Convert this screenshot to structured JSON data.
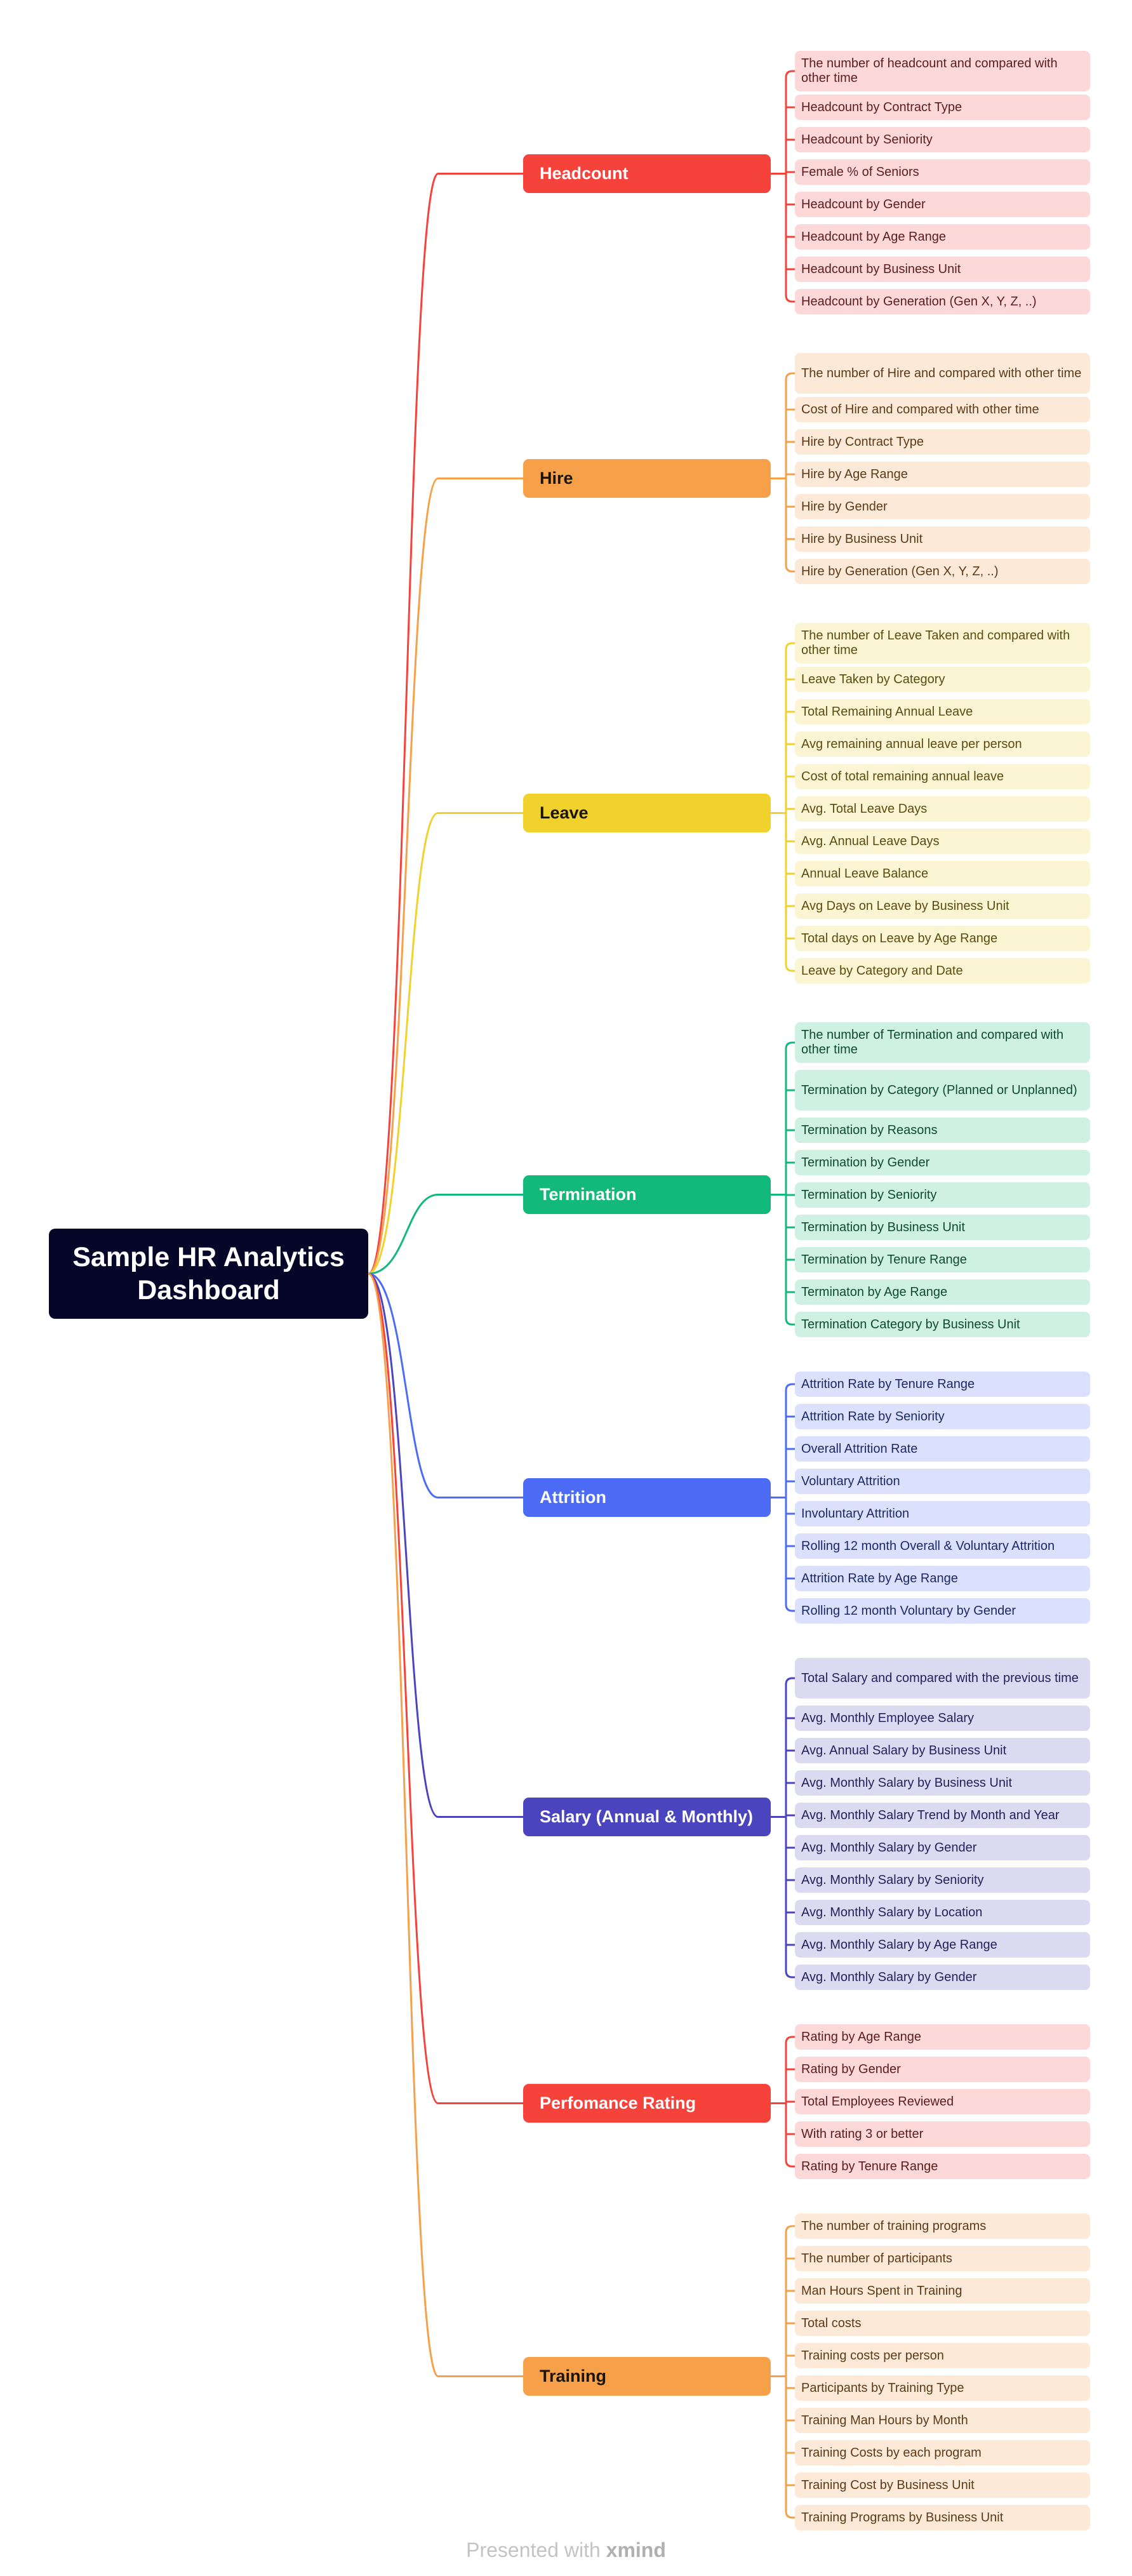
{
  "root": {
    "title": "Sample HR Analytics Dashboard"
  },
  "footer": {
    "prefix": "Presented with ",
    "brand": "xmind"
  },
  "branches": [
    {
      "label": "Headcount",
      "color": "#f5423b",
      "leaf_bg": "#fdd8d8",
      "leaf_text": "#5a1c1c",
      "items": [
        "The number of headcount and compared with other time",
        "Headcount by Contract Type",
        "Headcount by Seniority",
        "Female % of Seniors",
        "Headcount by Gender",
        "Headcount by Age Range",
        "Headcount by Business Unit",
        "Headcount by Generation (Gen X, Y, Z, ..)"
      ]
    },
    {
      "label": "Hire",
      "color": "#f6a04a",
      "leaf_bg": "#fde9d7",
      "leaf_text": "#5a3a18",
      "items": [
        "The number of Hire and compared with other time",
        "Cost of Hire and compared with other time",
        "Hire by Contract Type",
        "Hire by Age Range",
        "Hire by Gender",
        "Hire by Business Unit",
        "Hire by Generation (Gen X, Y, Z, ..)"
      ]
    },
    {
      "label": "Leave",
      "color": "#f1d22c",
      "leaf_bg": "#fcf5d3",
      "leaf_text": "#5a4b10",
      "items": [
        "The number of Leave Taken and compared with other time",
        "Leave Taken by Category",
        "Total Remaining Annual Leave",
        "Avg remaining annual leave per person",
        "Cost of total remaining annual leave",
        "Avg. Total Leave Days",
        "Avg. Annual Leave Days",
        "Annual Leave Balance",
        "Avg Days on Leave by Business Unit",
        "Total days on Leave by Age Range",
        "Leave by Category and Date"
      ]
    },
    {
      "label": "Termination",
      "color": "#13b87b",
      "leaf_bg": "#cff1e4",
      "leaf_text": "#0e4a33",
      "items": [
        "The number of Termination and compared with other time",
        "Termination by Category (Planned or Unplanned)",
        "Termination by Reasons",
        "Termination by Gender",
        "Termination by Seniority",
        "Termination by Business Unit",
        "Termination by Tenure Range",
        "Terminaton by Age Range",
        "Termination Category by Business Unit"
      ]
    },
    {
      "label": "Attrition",
      "color": "#4d6cf5",
      "leaf_bg": "#dbe1fd",
      "leaf_text": "#1c2866",
      "items": [
        "Attrition Rate by Tenure Range",
        "Attrition Rate by Seniority",
        "Overall Attrition Rate",
        "Voluntary Attrition",
        "Involuntary Attrition",
        "Rolling 12 month Overall & Voluntary Attrition",
        "Attrition Rate by Age Range",
        "Rolling 12 month Voluntary by Gender"
      ]
    },
    {
      "label": "Salary (Annual & Monthly)",
      "color": "#4a44bf",
      "leaf_bg": "#dcdaf1",
      "leaf_text": "#221f5a",
      "items": [
        "Total Salary and compared with the previous time",
        "Avg. Monthly Employee Salary",
        "Avg. Annual Salary by Business Unit",
        "Avg. Monthly Salary by Business Unit",
        "Avg. Monthly Salary Trend by Month and Year",
        "Avg. Monthly Salary by Gender",
        "Avg. Monthly Salary by Seniority",
        "Avg. Monthly Salary by Location",
        "Avg. Monthly Salary by Age Range",
        "Avg. Monthly Salary by Gender"
      ]
    },
    {
      "label": "Perfomance Rating",
      "color": "#f5423b",
      "leaf_bg": "#fdd8d8",
      "leaf_text": "#5a1c1c",
      "items": [
        "Rating by Age Range",
        "Rating by Gender",
        "Total Employees Reviewed",
        "With rating 3 or better",
        "Rating by Tenure Range"
      ]
    },
    {
      "label": "Training",
      "color": "#f6a04a",
      "leaf_bg": "#fde9d7",
      "leaf_text": "#5a3a18",
      "items": [
        "The number of training programs",
        "The number of participants",
        "Man Hours Spent in Training",
        "Total costs",
        "Training costs per person",
        "Participants by Training Type",
        "Training Man Hours by Month",
        "Training Costs by each program",
        "Training Cost by Business Unit",
        "Training Programs by Business Unit"
      ]
    }
  ]
}
